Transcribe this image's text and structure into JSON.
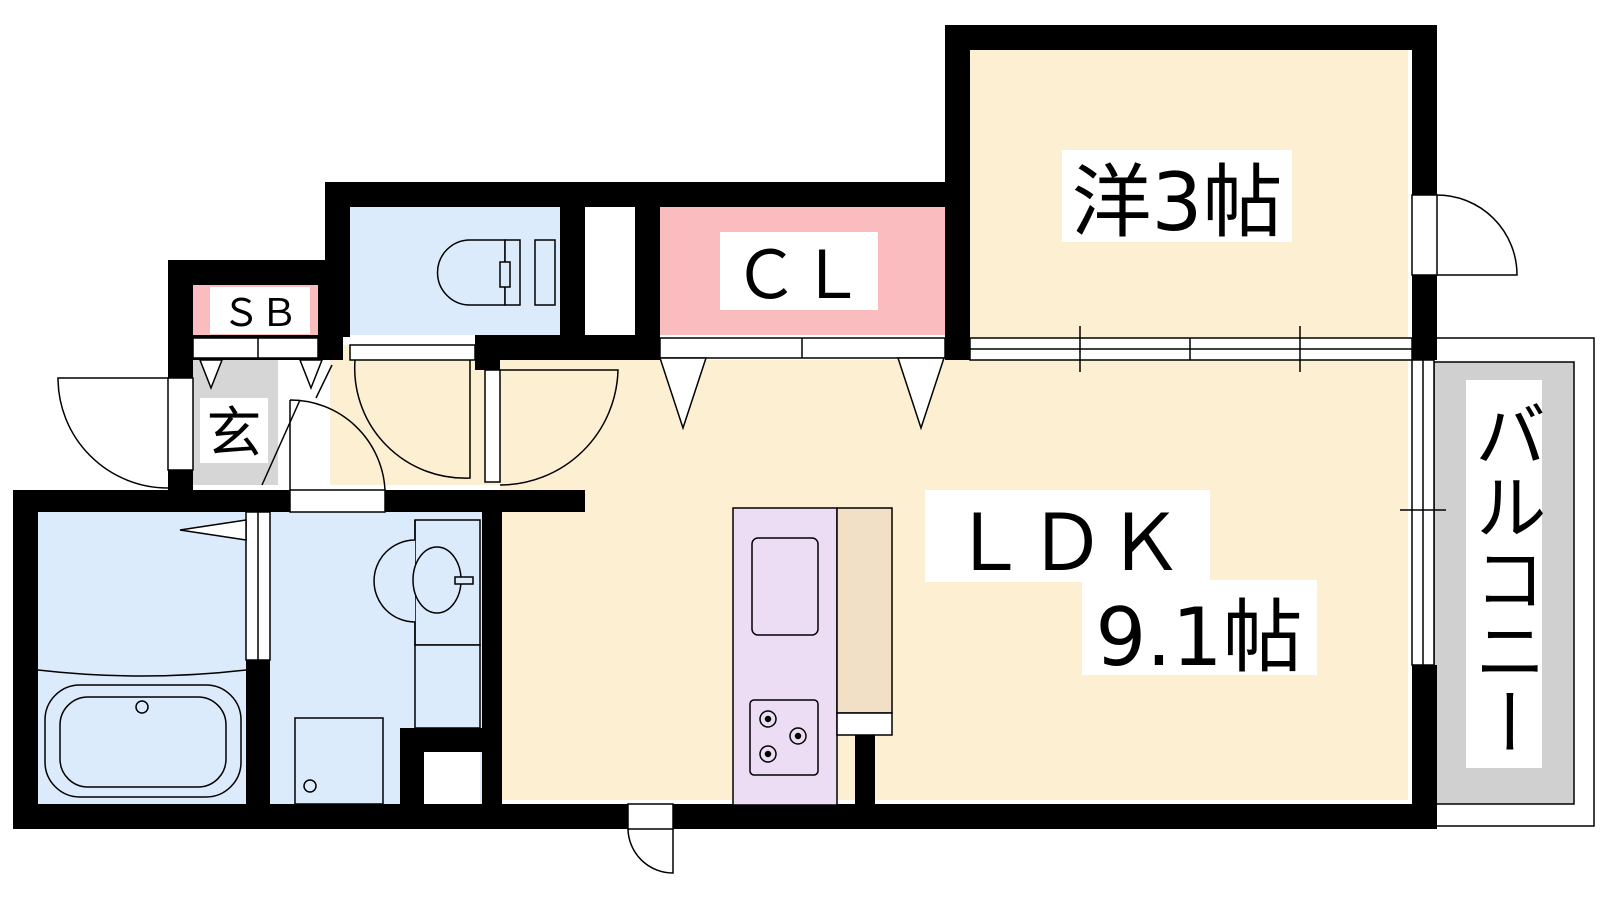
{
  "floorplan": {
    "rooms": {
      "western_room": {
        "label": "洋3帖",
        "color": "#fdf0d2"
      },
      "closet": {
        "label": "ＣＬ",
        "color": "#fbbcc0"
      },
      "shoe_box": {
        "label": "ＳＢ",
        "color": "#fbbcc0"
      },
      "ldk": {
        "label_line1": "ＬＤＫ",
        "label_line2": "9.1帖",
        "color": "#fdf0d2"
      },
      "entrance": {
        "label": "玄",
        "color": "#d6d6d6"
      },
      "balcony": {
        "label": "バルコニー",
        "color": "#d0d0d0"
      },
      "toilet": {
        "color": "#dcebfb"
      },
      "washroom": {
        "color": "#dcebfb"
      },
      "bathroom": {
        "color": "#dcebfb"
      },
      "kitchen": {
        "color": "#ecddf4"
      }
    },
    "colors": {
      "wall": "#000000",
      "cabinet": "#f1e0c5"
    }
  }
}
